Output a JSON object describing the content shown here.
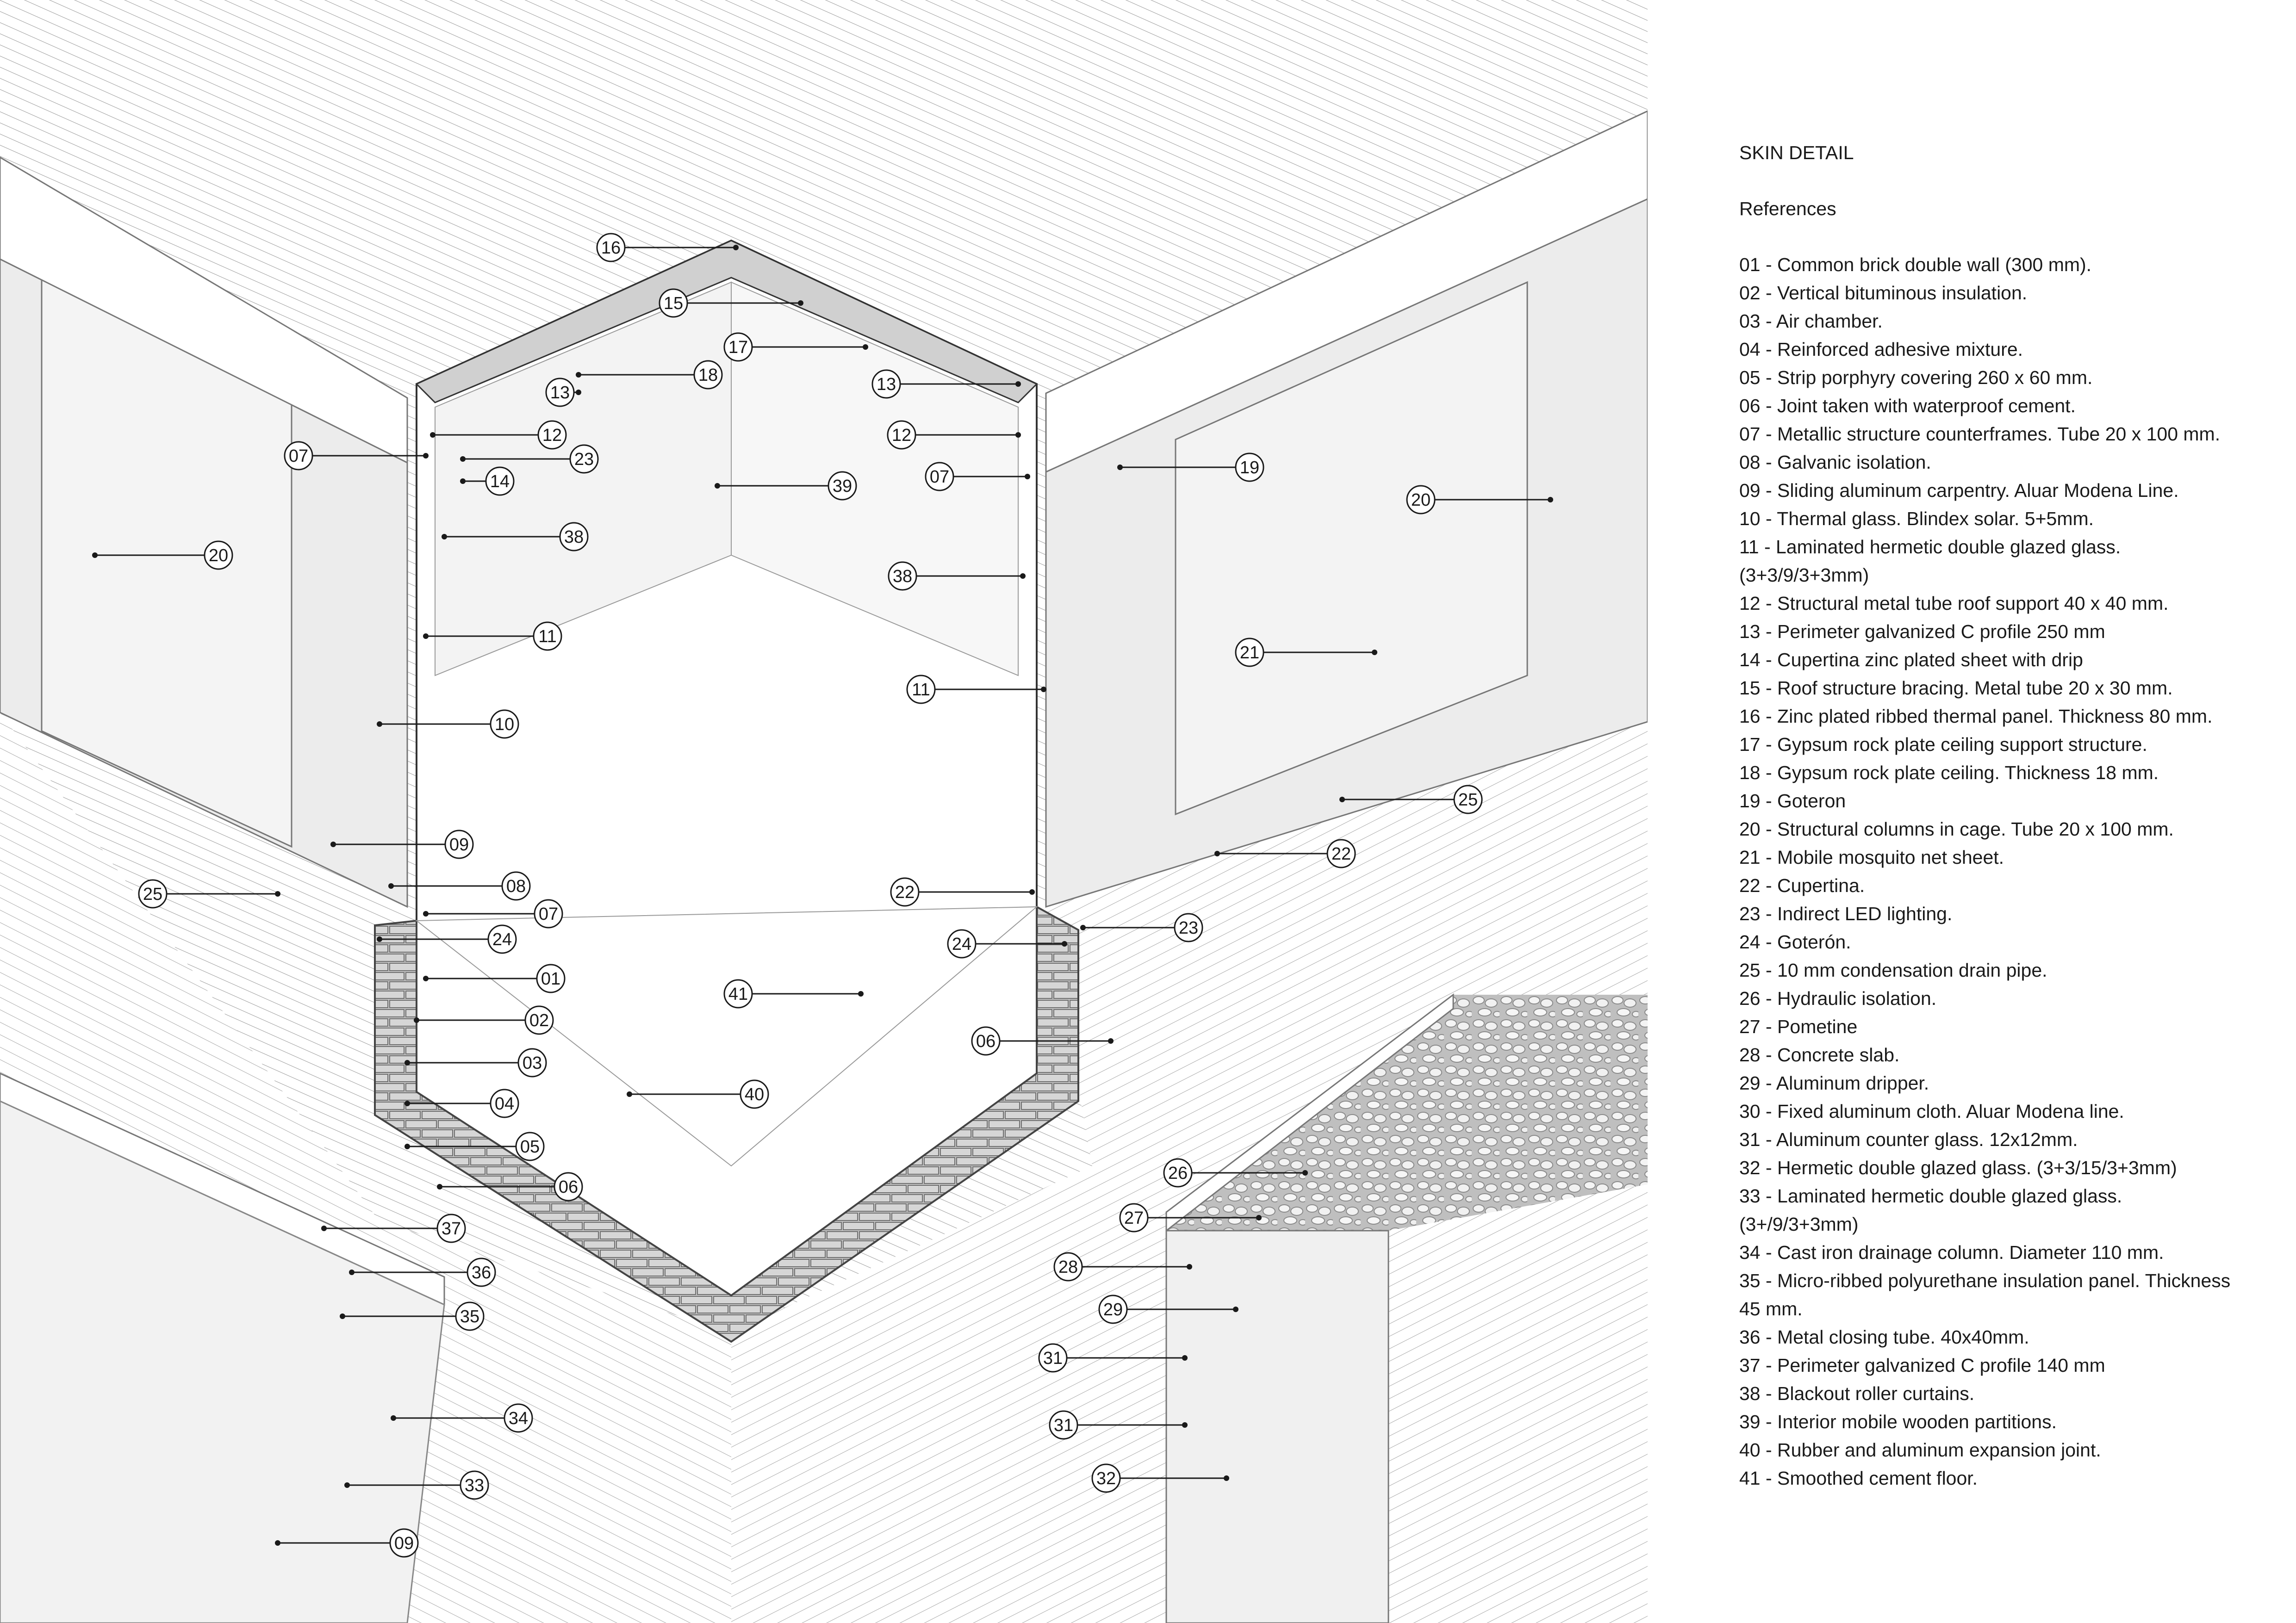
{
  "legend": {
    "title": "SKIN DETAIL",
    "subtitle": "References",
    "items": [
      "01 - Common brick double wall (300 mm).",
      "02 - Vertical bituminous insulation.",
      "03 - Air chamber.",
      "04 - Reinforced adhesive mixture.",
      "05 - Strip porphyry covering 260 x 60 mm.",
      "06 - Joint taken with waterproof cement.",
      "07 - Metallic structure counterframes. Tube 20 x 100 mm.",
      "08 - Galvanic isolation.",
      "09 - Sliding aluminum carpentry. Aluar Modena Line.",
      "10 - Thermal glass. Blindex solar. 5+5mm.",
      "11 - Laminated hermetic double glazed glass.\n(3+3/9/3+3mm)",
      "12 - Structural metal tube roof support 40 x 40 mm.",
      "13 - Perimeter galvanized C profile 250 mm",
      "14 - Cupertina zinc plated sheet with drip",
      "15 - Roof structure bracing. Metal tube 20 x 30 mm.",
      "16 - Zinc plated ribbed thermal panel. Thickness 80 mm.",
      "17 - Gypsum rock plate ceiling support structure.",
      "18 - Gypsum rock plate ceiling. Thickness 18 mm.",
      "19 - Goteron",
      "20 - Structural columns in cage. Tube 20 x 100 mm.",
      "21 - Mobile mosquito net sheet.",
      "22 - Cupertina.",
      "23 - Indirect LED lighting.",
      "24 - Goterón.",
      "25 - 10 mm condensation drain pipe.",
      "26 - Hydraulic isolation.",
      "27 - Pometine",
      "28 - Concrete slab.",
      "29 - Aluminum dripper.",
      "30 - Fixed aluminum cloth. Aluar Modena line.",
      "31 - Aluminum counter glass. 12x12mm.",
      "32 - Hermetic double glazed glass. (3+3/15/3+3mm)",
      "33 - Laminated hermetic double glazed glass.\n(3+/9/3+3mm)",
      "34 - Cast iron drainage column. Diameter 110 mm.",
      "35 - Micro-ribbed polyurethane insulation panel. Thickness\n45 mm.",
      "36 - Metal closing tube. 40x40mm.",
      "37 - Perimeter galvanized C profile 140 mm",
      "38 - Blackout roller curtains.",
      "39 - Interior mobile wooden partitions.",
      "40 - Rubber and aluminum expansion joint.",
      "41 - Smoothed cement floor."
    ]
  },
  "callouts": [
    "16",
    "15",
    "17",
    "18",
    "13",
    "13",
    "12",
    "12",
    "07",
    "07",
    "14",
    "23",
    "39",
    "38",
    "38",
    "20",
    "20",
    "19",
    "11",
    "11",
    "10",
    "21",
    "09",
    "08",
    "07",
    "25",
    "25",
    "22",
    "22",
    "23",
    "24",
    "24",
    "01",
    "02",
    "03",
    "04",
    "05",
    "06",
    "06",
    "41",
    "40",
    "26",
    "27",
    "28",
    "29",
    "31",
    "31",
    "32",
    "37",
    "36",
    "35",
    "34",
    "33",
    "09"
  ],
  "colors": {
    "ink": "#1a1a1a",
    "line": "#8c8c8c",
    "glass": "#e9e9e9",
    "brick": "#bdbdbd",
    "gravel": "#d8d8d8"
  }
}
